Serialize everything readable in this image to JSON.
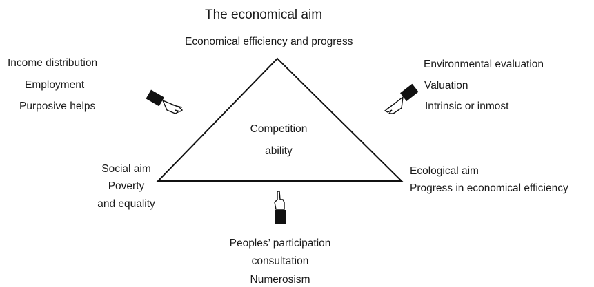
{
  "top": {
    "title": "The economical aim",
    "subtitle": "Economical efficiency and progress"
  },
  "left_list": [
    "Income distribution",
    "Employment",
    "Purposive helps"
  ],
  "right_list": [
    "Environmental evaluation",
    "Valuation",
    "Intrinsic or inmost"
  ],
  "center": {
    "line1": "Competition",
    "line2": "ability"
  },
  "left_vertex": [
    "Social aim",
    "Poverty",
    "and equality"
  ],
  "right_vertex": [
    "Ecological aim",
    "Progress in economical efficiency"
  ],
  "bottom_list": [
    "Peoples’ participation",
    "consultation",
    "Numerosism"
  ],
  "colors": {
    "line": "#111111",
    "hand": "#111111",
    "text": "#1a1a1a"
  },
  "icons": [
    "pointing-hand-left-icon",
    "pointing-hand-right-icon",
    "pointing-hand-up-icon"
  ]
}
